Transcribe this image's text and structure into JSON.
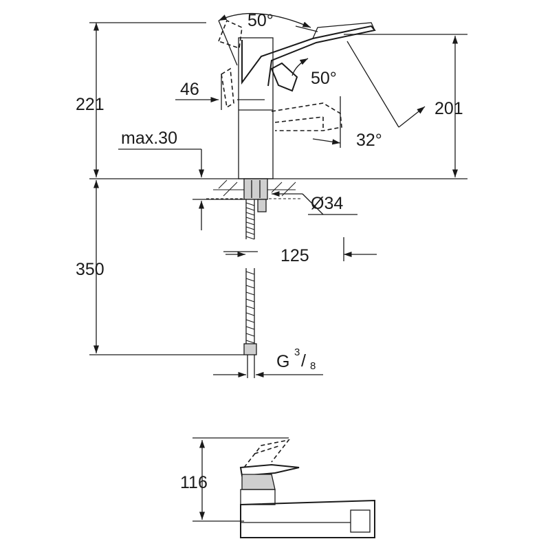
{
  "drawing": {
    "dim_total_height": "221",
    "dim_spout_height": "201",
    "dim_handle_offset": "46",
    "dim_max_thickness": "max.30",
    "dim_hole_diameter": "Ø34",
    "dim_spout_reach": "125",
    "dim_hose_length": "350",
    "dim_thread": "G",
    "dim_thread_numerator": "3",
    "dim_thread_denominator": "8",
    "angle_handle_rotation": "50°",
    "angle_handle_tilt": "50°",
    "angle_spout": "32°",
    "dim_side_view_height": "116"
  }
}
